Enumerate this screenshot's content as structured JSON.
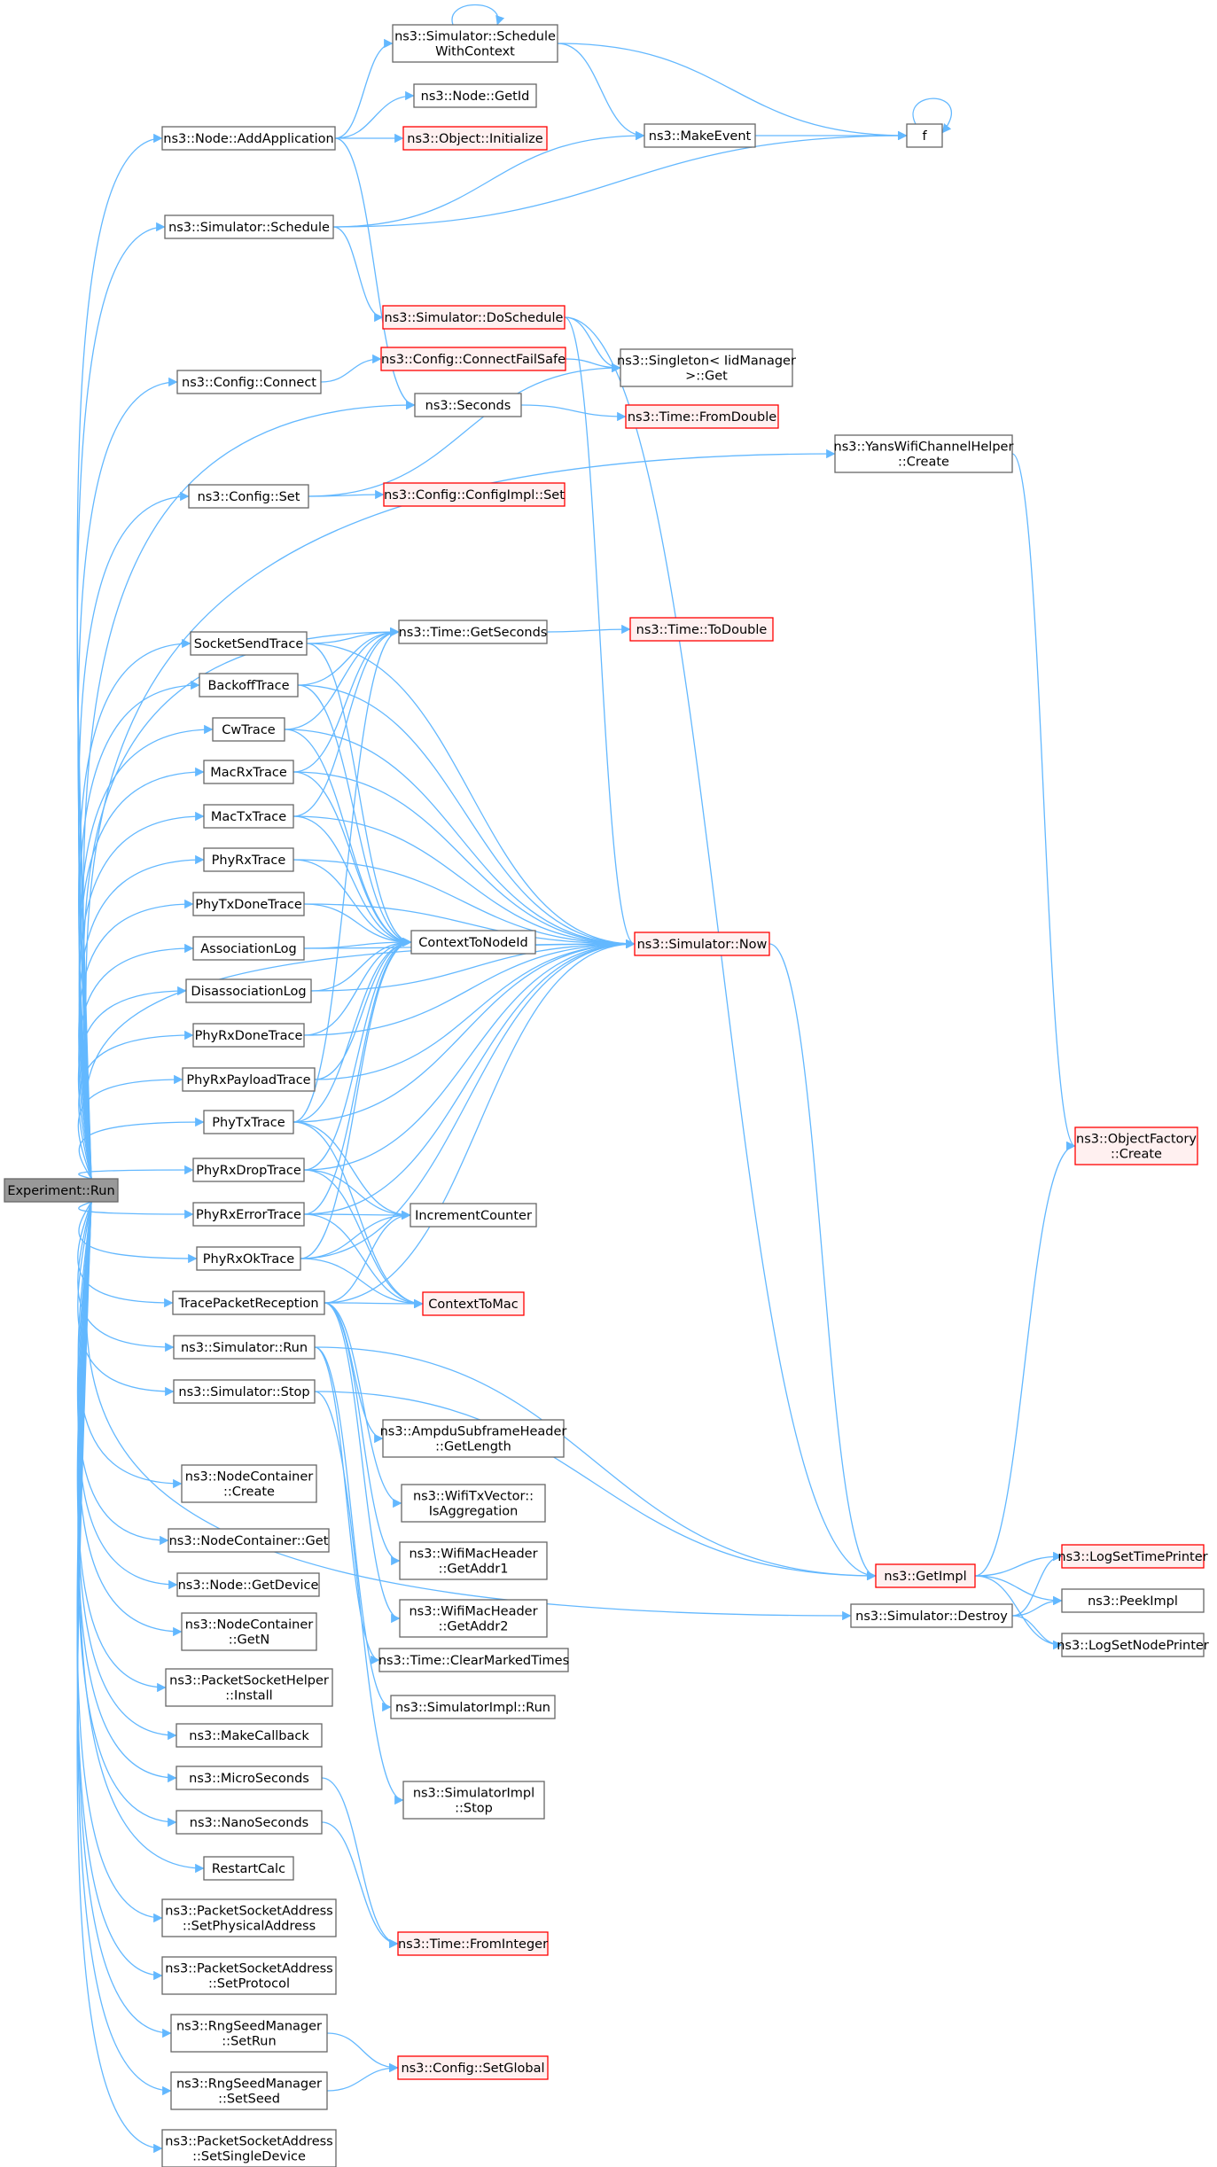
{
  "colors": {
    "edge": "#63B8FF",
    "node_border": "#666666",
    "node_fill": "#ffffff",
    "truncated_border": "#FF0000",
    "truncated_fill": "#FFF0F0",
    "root_fill": "#999999",
    "root_border": "#666666",
    "text": "#000000"
  },
  "nodes": [
    {
      "id": "run",
      "lines": [
        "Experiment::Run"
      ],
      "style": "root"
    },
    {
      "id": "addapp",
      "lines": [
        "ns3::Node::AddApplication"
      ],
      "style": "normal"
    },
    {
      "id": "swc",
      "lines": [
        "ns3::Simulator::Schedule",
        "WithContext"
      ],
      "style": "normal"
    },
    {
      "id": "getid",
      "lines": [
        "ns3::Node::GetId"
      ],
      "style": "normal"
    },
    {
      "id": "objinit",
      "lines": [
        "ns3::Object::Initialize"
      ],
      "style": "truncated"
    },
    {
      "id": "makeevent",
      "lines": [
        "ns3::MakeEvent"
      ],
      "style": "normal"
    },
    {
      "id": "f",
      "lines": [
        "f"
      ],
      "style": "normal"
    },
    {
      "id": "schedule",
      "lines": [
        "ns3::Simulator::Schedule"
      ],
      "style": "normal"
    },
    {
      "id": "dosched",
      "lines": [
        "ns3::Simulator::DoSchedule"
      ],
      "style": "truncated"
    },
    {
      "id": "connect",
      "lines": [
        "ns3::Config::Connect"
      ],
      "style": "normal"
    },
    {
      "id": "connectfs",
      "lines": [
        "ns3::Config::ConnectFailSafe"
      ],
      "style": "truncated"
    },
    {
      "id": "singleton",
      "lines": [
        "ns3::Singleton< IidManager",
        ">::Get"
      ],
      "style": "normal"
    },
    {
      "id": "seconds",
      "lines": [
        "ns3::Seconds"
      ],
      "style": "normal"
    },
    {
      "id": "fromdouble",
      "lines": [
        "ns3::Time::FromDouble"
      ],
      "style": "truncated"
    },
    {
      "id": "yans",
      "lines": [
        "ns3::YansWifiChannelHelper",
        "::Create"
      ],
      "style": "normal"
    },
    {
      "id": "cfgset",
      "lines": [
        "ns3::Config::Set"
      ],
      "style": "normal"
    },
    {
      "id": "cfgimplset",
      "lines": [
        "ns3::Config::ConfigImpl::Set"
      ],
      "style": "truncated"
    },
    {
      "id": "sst",
      "lines": [
        "SocketSendTrace"
      ],
      "style": "normal"
    },
    {
      "id": "getsec",
      "lines": [
        "ns3::Time::GetSeconds"
      ],
      "style": "normal"
    },
    {
      "id": "todouble",
      "lines": [
        "ns3::Time::ToDouble"
      ],
      "style": "truncated"
    },
    {
      "id": "boff",
      "lines": [
        "BackoffTrace"
      ],
      "style": "normal"
    },
    {
      "id": "cw",
      "lines": [
        "CwTrace"
      ],
      "style": "normal"
    },
    {
      "id": "macrx",
      "lines": [
        "MacRxTrace"
      ],
      "style": "normal"
    },
    {
      "id": "mactx",
      "lines": [
        "MacTxTrace"
      ],
      "style": "normal"
    },
    {
      "id": "phyrx",
      "lines": [
        "PhyRxTrace"
      ],
      "style": "normal"
    },
    {
      "id": "phytxdone",
      "lines": [
        "PhyTxDoneTrace"
      ],
      "style": "normal"
    },
    {
      "id": "assoc",
      "lines": [
        "AssociationLog"
      ],
      "style": "normal"
    },
    {
      "id": "ctn",
      "lines": [
        "ContextToNodeId"
      ],
      "style": "normal"
    },
    {
      "id": "now",
      "lines": [
        "ns3::Simulator::Now"
      ],
      "style": "truncated"
    },
    {
      "id": "disassoc",
      "lines": [
        "DisassociationLog"
      ],
      "style": "normal"
    },
    {
      "id": "phyrxdone",
      "lines": [
        "PhyRxDoneTrace"
      ],
      "style": "normal"
    },
    {
      "id": "phyrxpay",
      "lines": [
        "PhyRxPayloadTrace"
      ],
      "style": "normal"
    },
    {
      "id": "phytx",
      "lines": [
        "PhyTxTrace"
      ],
      "style": "normal"
    },
    {
      "id": "objfact",
      "lines": [
        "ns3::ObjectFactory",
        "::Create"
      ],
      "style": "truncated"
    },
    {
      "id": "phyrxdrop",
      "lines": [
        "PhyRxDropTrace"
      ],
      "style": "normal"
    },
    {
      "id": "inc",
      "lines": [
        "IncrementCounter"
      ],
      "style": "normal"
    },
    {
      "id": "phyrxerr",
      "lines": [
        "PhyRxErrorTrace"
      ],
      "style": "normal"
    },
    {
      "id": "phyrxok",
      "lines": [
        "PhyRxOkTrace"
      ],
      "style": "normal"
    },
    {
      "id": "ctm",
      "lines": [
        "ContextToMac"
      ],
      "style": "truncated"
    },
    {
      "id": "tpr",
      "lines": [
        "TracePacketReception"
      ],
      "style": "normal"
    },
    {
      "id": "simrun",
      "lines": [
        "ns3::Simulator::Run"
      ],
      "style": "normal"
    },
    {
      "id": "simstop",
      "lines": [
        "ns3::Simulator::Stop"
      ],
      "style": "normal"
    },
    {
      "id": "ampdu",
      "lines": [
        "ns3::AmpduSubframeHeader",
        "::GetLength"
      ],
      "style": "normal"
    },
    {
      "id": "wifitx",
      "lines": [
        "ns3::WifiTxVector::",
        "IsAggregation"
      ],
      "style": "normal"
    },
    {
      "id": "addr1",
      "lines": [
        "ns3::WifiMacHeader",
        "::GetAddr1"
      ],
      "style": "normal"
    },
    {
      "id": "addr2",
      "lines": [
        "ns3::WifiMacHeader",
        "::GetAddr2"
      ],
      "style": "normal"
    },
    {
      "id": "nccreate",
      "lines": [
        "ns3::NodeContainer",
        "::Create"
      ],
      "style": "normal"
    },
    {
      "id": "ncget",
      "lines": [
        "ns3::NodeContainer::Get"
      ],
      "style": "normal"
    },
    {
      "id": "getdev",
      "lines": [
        "ns3::Node::GetDevice"
      ],
      "style": "normal"
    },
    {
      "id": "ncgetn",
      "lines": [
        "ns3::NodeContainer",
        "::GetN"
      ],
      "style": "normal"
    },
    {
      "id": "getimpl",
      "lines": [
        "ns3::GetImpl"
      ],
      "style": "truncated"
    },
    {
      "id": "logtime",
      "lines": [
        "ns3::LogSetTimePrinter"
      ],
      "style": "truncated"
    },
    {
      "id": "simdestroy",
      "lines": [
        "ns3::Simulator::Destroy"
      ],
      "style": "normal"
    },
    {
      "id": "peek",
      "lines": [
        "ns3::PeekImpl"
      ],
      "style": "normal"
    },
    {
      "id": "lognode",
      "lines": [
        "ns3::LogSetNodePrinter"
      ],
      "style": "normal"
    },
    {
      "id": "psinstall",
      "lines": [
        "ns3::PacketSocketHelper",
        "::Install"
      ],
      "style": "normal"
    },
    {
      "id": "clearmarked",
      "lines": [
        "ns3::Time::ClearMarkedTimes"
      ],
      "style": "normal"
    },
    {
      "id": "implrun",
      "lines": [
        "ns3::SimulatorImpl::Run"
      ],
      "style": "normal"
    },
    {
      "id": "makecb",
      "lines": [
        "ns3::MakeCallback"
      ],
      "style": "normal"
    },
    {
      "id": "micro",
      "lines": [
        "ns3::MicroSeconds"
      ],
      "style": "normal"
    },
    {
      "id": "implstop",
      "lines": [
        "ns3::SimulatorImpl",
        "::Stop"
      ],
      "style": "normal"
    },
    {
      "id": "nano",
      "lines": [
        "ns3::NanoSeconds"
      ],
      "style": "normal"
    },
    {
      "id": "restart",
      "lines": [
        "RestartCalc"
      ],
      "style": "normal"
    },
    {
      "id": "setphys",
      "lines": [
        "ns3::PacketSocketAddress",
        "::SetPhysicalAddress"
      ],
      "style": "normal"
    },
    {
      "id": "fromint",
      "lines": [
        "ns3::Time::FromInteger"
      ],
      "style": "truncated"
    },
    {
      "id": "setproto",
      "lines": [
        "ns3::PacketSocketAddress",
        "::SetProtocol"
      ],
      "style": "normal"
    },
    {
      "id": "setrun",
      "lines": [
        "ns3::RngSeedManager",
        "::SetRun"
      ],
      "style": "normal"
    },
    {
      "id": "setglobal",
      "lines": [
        "ns3::Config::SetGlobal"
      ],
      "style": "truncated"
    },
    {
      "id": "setseed",
      "lines": [
        "ns3::RngSeedManager",
        "::SetSeed"
      ],
      "style": "normal"
    },
    {
      "id": "setsingle",
      "lines": [
        "ns3::PacketSocketAddress",
        "::SetSingleDevice"
      ],
      "style": "normal"
    }
  ],
  "edges": [
    [
      "run",
      "addapp"
    ],
    [
      "run",
      "schedule"
    ],
    [
      "run",
      "connect"
    ],
    [
      "run",
      "seconds"
    ],
    [
      "run",
      "cfgset"
    ],
    [
      "run",
      "yans"
    ],
    [
      "run",
      "getsec"
    ],
    [
      "run",
      "sst"
    ],
    [
      "run",
      "boff"
    ],
    [
      "run",
      "cw"
    ],
    [
      "run",
      "macrx"
    ],
    [
      "run",
      "mactx"
    ],
    [
      "run",
      "phyrx"
    ],
    [
      "run",
      "phytxdone"
    ],
    [
      "run",
      "assoc"
    ],
    [
      "run",
      "disassoc"
    ],
    [
      "run",
      "phyrxdone"
    ],
    [
      "run",
      "phyrxpay"
    ],
    [
      "run",
      "phytx"
    ],
    [
      "run",
      "phyrxdrop"
    ],
    [
      "run",
      "phyrxerr"
    ],
    [
      "run",
      "phyrxok"
    ],
    [
      "run",
      "tpr"
    ],
    [
      "run",
      "simrun"
    ],
    [
      "run",
      "simstop"
    ],
    [
      "run",
      "nccreate"
    ],
    [
      "run",
      "ncget"
    ],
    [
      "run",
      "getdev"
    ],
    [
      "run",
      "ncgetn"
    ],
    [
      "run",
      "psinstall"
    ],
    [
      "run",
      "makecb"
    ],
    [
      "run",
      "micro"
    ],
    [
      "run",
      "nano"
    ],
    [
      "run",
      "restart"
    ],
    [
      "run",
      "setphys"
    ],
    [
      "run",
      "setproto"
    ],
    [
      "run",
      "setrun"
    ],
    [
      "run",
      "setseed"
    ],
    [
      "run",
      "setsingle"
    ],
    [
      "run",
      "now"
    ],
    [
      "run",
      "simdestroy"
    ],
    [
      "addapp",
      "swc"
    ],
    [
      "addapp",
      "getid"
    ],
    [
      "addapp",
      "objinit"
    ],
    [
      "addapp",
      "seconds"
    ],
    [
      "swc",
      "swc"
    ],
    [
      "swc",
      "makeevent"
    ],
    [
      "swc",
      "f"
    ],
    [
      "makeevent",
      "f"
    ],
    [
      "f",
      "f"
    ],
    [
      "schedule",
      "makeevent"
    ],
    [
      "schedule",
      "f"
    ],
    [
      "schedule",
      "dosched"
    ],
    [
      "dosched",
      "singleton"
    ],
    [
      "dosched",
      "now"
    ],
    [
      "dosched",
      "getimpl"
    ],
    [
      "connect",
      "connectfs"
    ],
    [
      "connectfs",
      "singleton"
    ],
    [
      "seconds",
      "fromdouble"
    ],
    [
      "cfgset",
      "singleton"
    ],
    [
      "cfgset",
      "cfgimplset"
    ],
    [
      "yans",
      "objfact"
    ],
    [
      "getsec",
      "todouble"
    ],
    [
      "sst",
      "getsec"
    ],
    [
      "sst",
      "ctn"
    ],
    [
      "sst",
      "now"
    ],
    [
      "boff",
      "getsec"
    ],
    [
      "boff",
      "ctn"
    ],
    [
      "boff",
      "now"
    ],
    [
      "cw",
      "getsec"
    ],
    [
      "cw",
      "ctn"
    ],
    [
      "cw",
      "now"
    ],
    [
      "macrx",
      "getsec"
    ],
    [
      "macrx",
      "ctn"
    ],
    [
      "macrx",
      "now"
    ],
    [
      "mactx",
      "getsec"
    ],
    [
      "mactx",
      "ctn"
    ],
    [
      "mactx",
      "now"
    ],
    [
      "phyrx",
      "ctn"
    ],
    [
      "phyrx",
      "now"
    ],
    [
      "phytxdone",
      "ctn"
    ],
    [
      "phytxdone",
      "now"
    ],
    [
      "assoc",
      "ctn"
    ],
    [
      "assoc",
      "now"
    ],
    [
      "disassoc",
      "ctn"
    ],
    [
      "disassoc",
      "now"
    ],
    [
      "phyrxdone",
      "ctn"
    ],
    [
      "phyrxdone",
      "now"
    ],
    [
      "phyrxpay",
      "ctn"
    ],
    [
      "phyrxpay",
      "now"
    ],
    [
      "phytx",
      "getsec"
    ],
    [
      "phytx",
      "ctn"
    ],
    [
      "phytx",
      "now"
    ],
    [
      "phytx",
      "inc"
    ],
    [
      "phytx",
      "ctm"
    ],
    [
      "phyrxdrop",
      "ctn"
    ],
    [
      "phyrxdrop",
      "now"
    ],
    [
      "phyrxdrop",
      "inc"
    ],
    [
      "phyrxdrop",
      "ctm"
    ],
    [
      "phyrxerr",
      "ctn"
    ],
    [
      "phyrxerr",
      "now"
    ],
    [
      "phyrxerr",
      "inc"
    ],
    [
      "phyrxerr",
      "ctm"
    ],
    [
      "phyrxok",
      "ctn"
    ],
    [
      "phyrxok",
      "now"
    ],
    [
      "phyrxok",
      "inc"
    ],
    [
      "phyrxok",
      "ctm"
    ],
    [
      "tpr",
      "now"
    ],
    [
      "tpr",
      "inc"
    ],
    [
      "tpr",
      "ctm"
    ],
    [
      "tpr",
      "ampdu"
    ],
    [
      "tpr",
      "wifitx"
    ],
    [
      "tpr",
      "addr1"
    ],
    [
      "tpr",
      "addr2"
    ],
    [
      "now",
      "getimpl"
    ],
    [
      "simrun",
      "getimpl"
    ],
    [
      "simrun",
      "clearmarked"
    ],
    [
      "simrun",
      "implrun"
    ],
    [
      "simstop",
      "getimpl"
    ],
    [
      "simstop",
      "implstop"
    ],
    [
      "micro",
      "fromint"
    ],
    [
      "nano",
      "fromint"
    ],
    [
      "setrun",
      "setglobal"
    ],
    [
      "setseed",
      "setglobal"
    ],
    [
      "getimpl",
      "objfact"
    ],
    [
      "getimpl",
      "logtime"
    ],
    [
      "getimpl",
      "peek"
    ],
    [
      "getimpl",
      "lognode"
    ],
    [
      "simdestroy",
      "logtime"
    ],
    [
      "simdestroy",
      "peek"
    ],
    [
      "simdestroy",
      "lognode"
    ]
  ]
}
